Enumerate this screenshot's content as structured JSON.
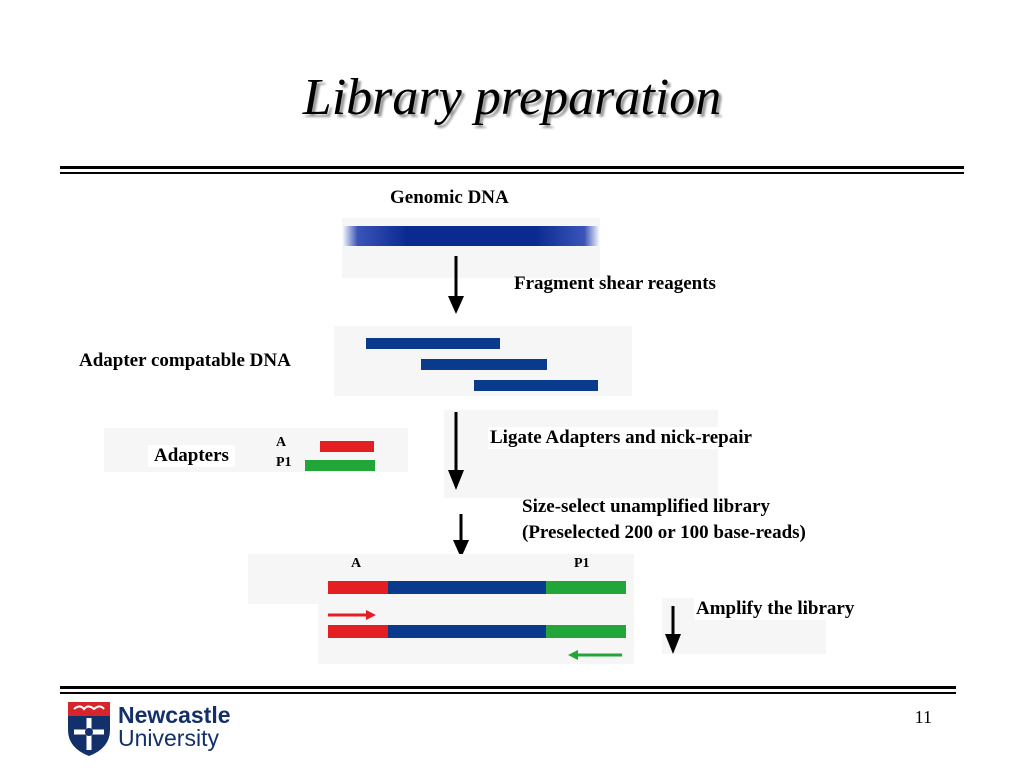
{
  "slide": {
    "title": "Library preparation",
    "page_number": "11"
  },
  "diagram": {
    "genomic_dna_label": "Genomic DNA",
    "fragment_shear_label": "Fragment shear reagents",
    "adapter_compatible_label": "Adapter compatable DNA",
    "adapters_label": "Adapters",
    "adapter_a_label": "A",
    "adapter_p1_label": "P1",
    "ligate_label": "Ligate Adapters and nick-repair",
    "size_select_line1": "Size-select unamplified library",
    "size_select_line2": "(Preselected 200 or 100 base-reads)",
    "product_a_label": "A",
    "product_p1_label": "P1",
    "amplify_label": "Amplify the library"
  },
  "logo": {
    "line1": "Newcastle",
    "line2": "University"
  },
  "colors": {
    "dna_blue": "#0a3a8c",
    "adapter_a_red": "#e41f24",
    "adapter_p1_green": "#22a63a"
  }
}
